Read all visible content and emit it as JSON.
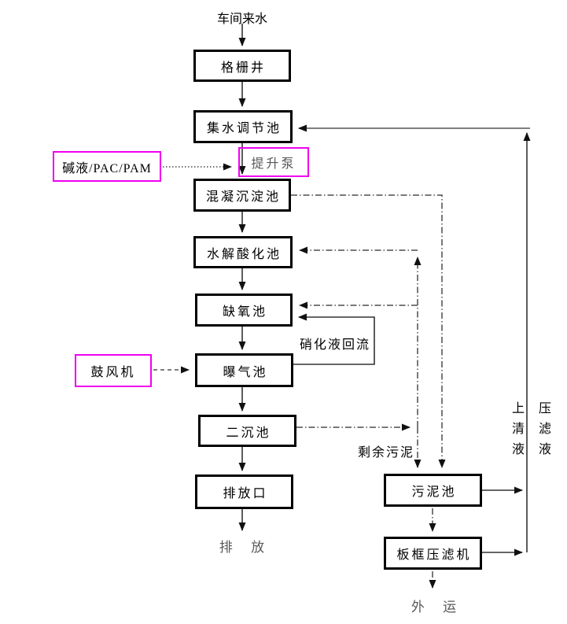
{
  "colors": {
    "box_border": "#000000",
    "highlight_box_border": "#f000f0",
    "line": "#333333",
    "return_line": "#7f7f7f",
    "muted_text": "#595959",
    "text": "#000000",
    "background": "#ffffff"
  },
  "nodes": {
    "grid_well": "格栅井",
    "regulating_tank": "集水调节池",
    "lift_pump": "提升泵",
    "dosing": "碱液/PAC/PAM",
    "coagulation_tank": "混凝沉淀池",
    "hydrolysis_tank": "水解酸化池",
    "anoxic_tank": "缺氧池",
    "blower": "鼓风机",
    "aeration_tank": "曝气池",
    "secondary_clarifier": "二沉池",
    "outfall": "排放口",
    "sludge_tank": "污泥池",
    "filter_press": "板框压滤机"
  },
  "streams": {
    "influent": "车间来水",
    "discharge": "排 放",
    "offsite": "外 运",
    "nitrified_recycle": "硝化液回流",
    "excess_sludge": "剩余污泥",
    "supernatant": "上清液",
    "filtrate": "压滤液"
  }
}
